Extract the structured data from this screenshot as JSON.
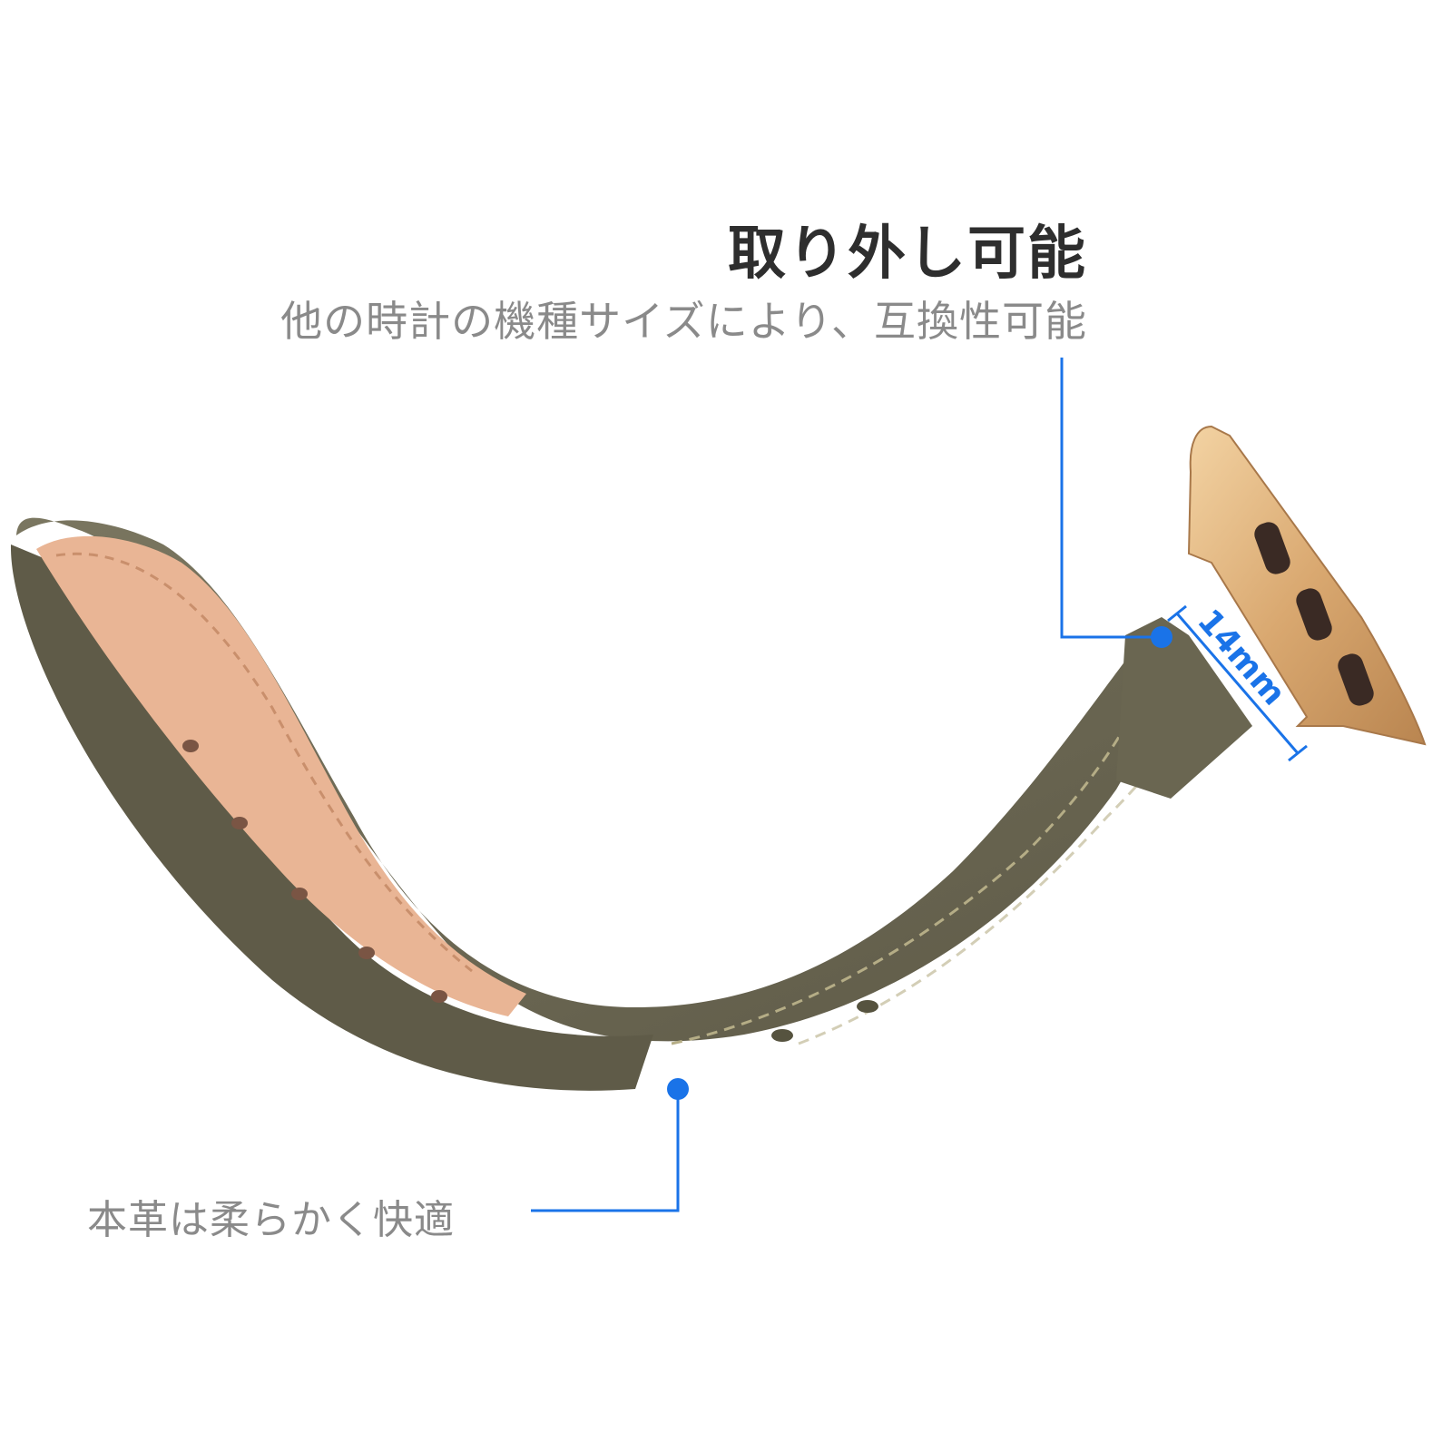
{
  "title": "取り外し可能",
  "subtitle": "他の時計の機種サイズにより、互換性可能",
  "width_label": "14mm",
  "leather_label": "本革は柔らかく快適",
  "colors": {
    "strap_outer": "#6e6a55",
    "strap_inner": "#e9b595",
    "connector": "#d9b07a",
    "callout": "#1a73e8"
  }
}
